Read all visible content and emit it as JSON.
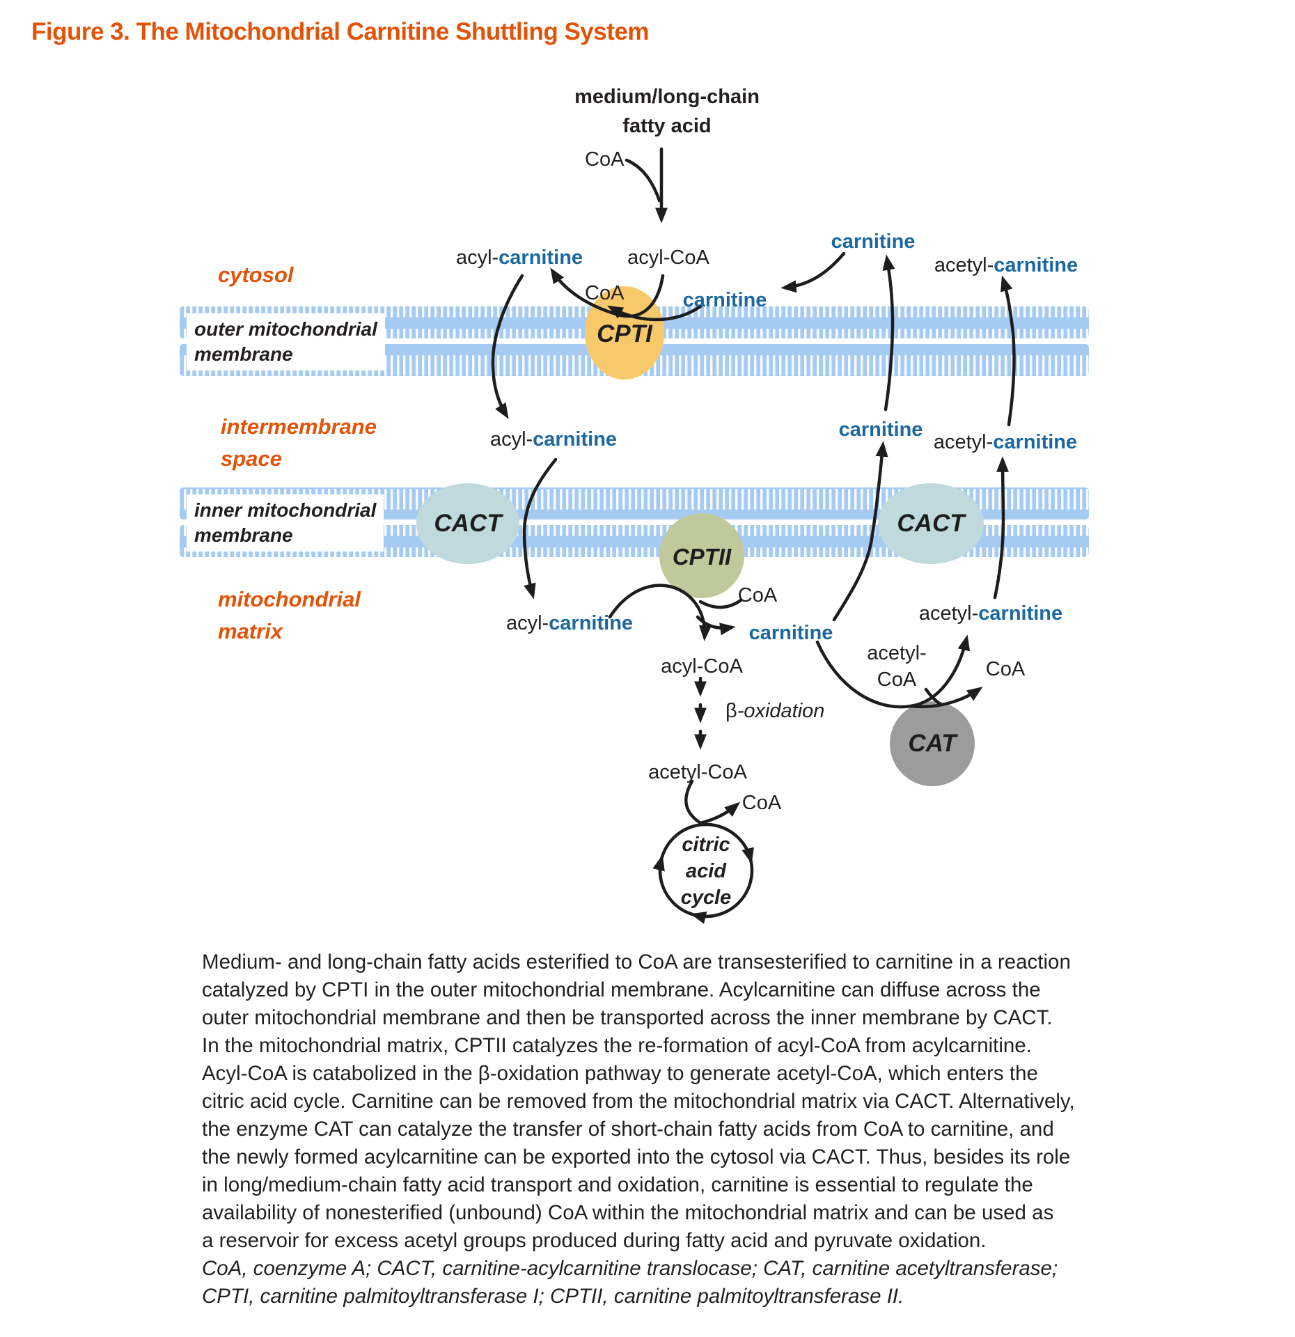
{
  "title": "Figure 3. The Mitochondrial Carnitine Shuttling System",
  "colors": {
    "accent_orange": "#E25308",
    "label_blue": "#1B689F",
    "membrane_blue": "#A6CBF3",
    "cpti_fill": "#F8C96A",
    "cact_fill": "#BFD9DD",
    "cptii_fill": "#BFC99B",
    "cat_fill": "#9C9C9C",
    "text_black": "#231F20"
  },
  "regions": {
    "cytosol": "cytosol",
    "intermembrane_1": "intermembrane",
    "intermembrane_2": "space",
    "matrix_1": "mitochondrial",
    "matrix_2": "matrix"
  },
  "membranes": {
    "outer_1": "outer mitochondrial",
    "outer_2": "membrane",
    "inner_1": "inner mitochondrial",
    "inner_2": "membrane"
  },
  "enzymes": {
    "cpti": "CPTI",
    "cact_left": "CACT",
    "cact_right": "CACT",
    "cptii": "CPTII",
    "cat": "CAT"
  },
  "metabolites": {
    "fatty_acid_line1": "medium/long-chain",
    "fatty_acid_line2": "fatty acid",
    "acyl_prefix": "acyl-",
    "acetyl_prefix": "acetyl-",
    "carnitine": "carnitine",
    "acyl_coa": "acyl-CoA",
    "acetyl_coa": "acetyl-CoA",
    "coa": "CoA",
    "beta": "β",
    "oxidation": "-oxidation",
    "citric_1": "citric",
    "citric_2": "acid",
    "citric_3": "cycle"
  },
  "caption": {
    "lines": [
      "Medium- and long-chain fatty acids esterified to CoA are transesterified to carnitine in a reaction",
      "catalyzed by CPTI in the outer mitochondrial membrane. Acylcarnitine can diffuse across the",
      "outer mitochondrial membrane and then be transported across the inner membrane by CACT.",
      "In the mitochondrial matrix, CPTII catalyzes the re-formation of acyl-CoA from acylcarnitine.",
      "Acyl-CoA is catabolized in the β-oxidation pathway to generate acetyl-CoA, which enters the",
      "citric acid cycle. Carnitine can be removed from the mitochondrial matrix via CACT. Alternatively,",
      "the enzyme CAT can catalyze the transfer of short-chain fatty acids from CoA to carnitine, and",
      "the newly formed acylcarnitine can be exported into the cytosol via CACT. Thus, besides its role",
      "in long/medium-chain fatty acid transport and oxidation, carnitine is essential to regulate the",
      "availability of nonesterified (unbound) CoA within the mitochondrial matrix and can be used as",
      "a reservoir for excess acetyl groups produced during fatty acid and pyruvate oxidation."
    ]
  },
  "footnote": {
    "lines": [
      "CoA, coenzyme A; CACT, carnitine-acylcarnitine translocase; CAT, carnitine acetyltransferase;",
      "CPTI, carnitine palmitoyltransferase I; CPTII, carnitine palmitoyltransferase II."
    ]
  }
}
